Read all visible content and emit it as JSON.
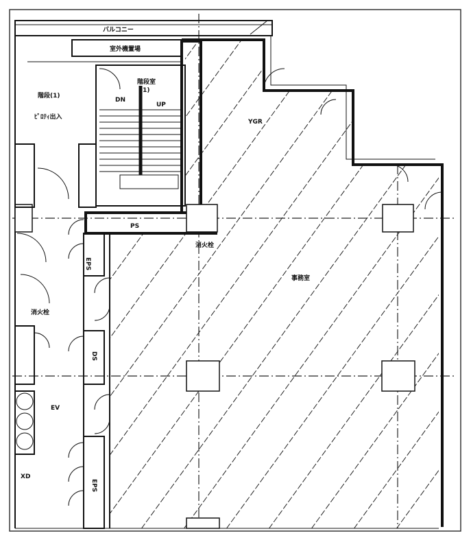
{
  "labels": {
    "balcony": "バルコニー",
    "outdoor_unit": "室外機置場",
    "stair_room": "階段室",
    "stair_no": "(1)",
    "dn": "DN",
    "up": "UP",
    "left_room": "階段(1)",
    "left_note": "ﾋﾟﾛﾃｨ出入",
    "right_note": "YGR",
    "ps": "PS",
    "fire_hydrant_1": "消火栓",
    "fire_hydrant_2": "消火栓",
    "office": "事務室",
    "eps_top": "EPS",
    "ds": "DS",
    "ev": "EV",
    "eps_bottom": "EPS",
    "bottom_left": "XD"
  }
}
